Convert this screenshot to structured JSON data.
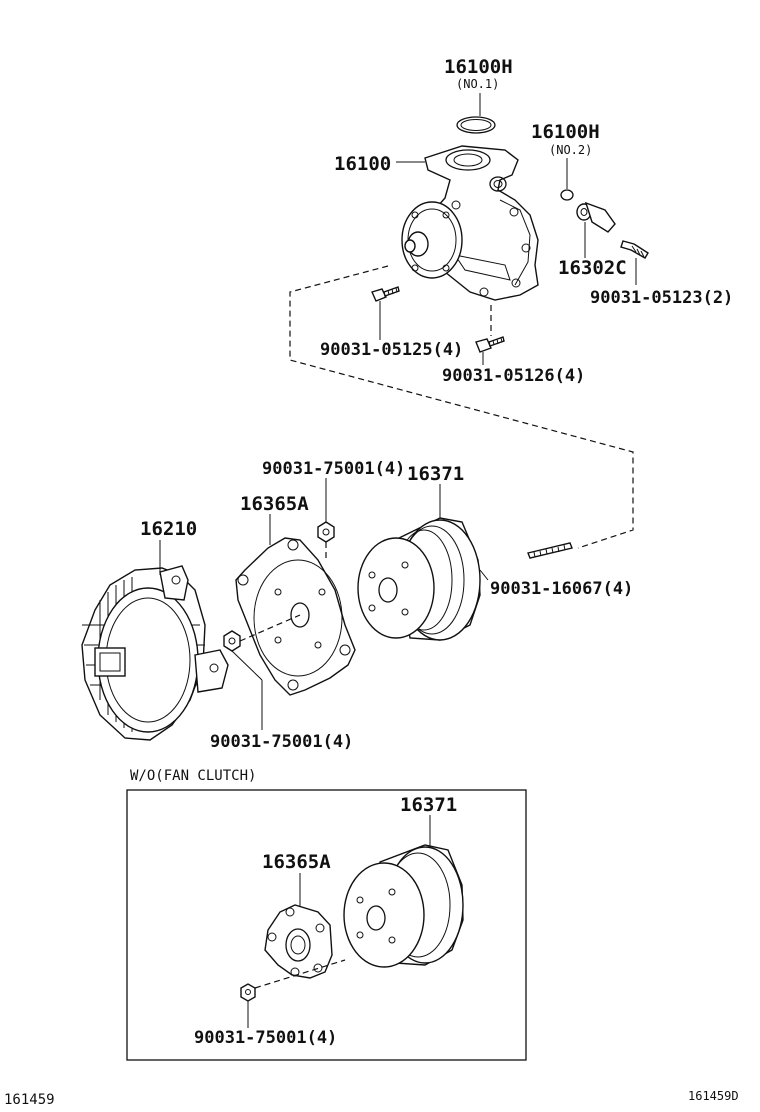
{
  "labels": {
    "p_16100h_no1": "16100H",
    "p_16100h_no1_note": "(NO.1)",
    "p_16100h_no2": "16100H",
    "p_16100h_no2_note": "(NO.2)",
    "p_16100": "16100",
    "p_16302c": "16302C",
    "p_90031_05123": "90031-05123(2)",
    "p_90031_05125": "90031-05125(4)",
    "p_90031_05126": "90031-05126(4)",
    "p_90031_75001_top": "90031-75001(4)",
    "p_16371_top": "16371",
    "p_16365a_top": "16365A",
    "p_16210": "16210",
    "p_90031_16067": "90031-16067(4)",
    "p_90031_75001_mid": "90031-75001(4)",
    "caption_wo_fan_clutch": "W/O(FAN CLUTCH)",
    "p_16371_box": "16371",
    "p_16365a_box": "16365A",
    "p_90031_75001_box": "90031-75001(4)",
    "footer_left": "161459",
    "footer_right": "161459D"
  }
}
